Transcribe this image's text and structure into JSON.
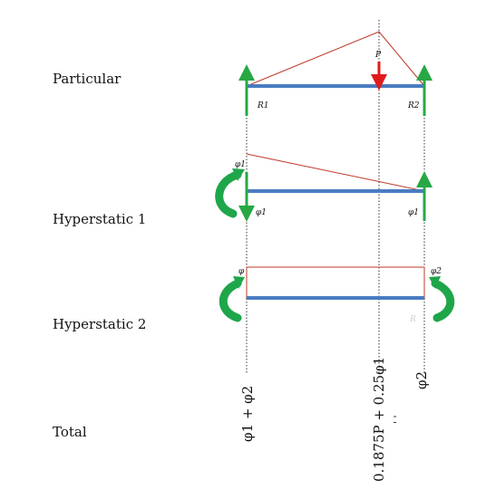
{
  "rows": {
    "particular": "Particular",
    "hyperstatic1": "Hyperstatic 1",
    "hyperstatic2": "Hyperstatic 2",
    "total": "Total"
  },
  "particular": {
    "load_label": "P",
    "reaction_left": "R1",
    "reaction_right": "R2"
  },
  "hyperstatic1": {
    "moment_top": "φ1",
    "left_label": "φ1",
    "right_label": "φ1"
  },
  "hyperstatic2": {
    "left_label": "φ",
    "right_label": "φ2",
    "faded_label": "R"
  },
  "totals": {
    "left": "φ1 + φ2",
    "middle": "0.1875P + 0.25φ1",
    "right": "φ2",
    "marks": "' '"
  },
  "colors": {
    "beam": "#4a7cc1",
    "moment_diagram": "#c0392b",
    "reaction_arrow": "#27a844",
    "load_arrow": "#e01b1b",
    "guide_line": "#333333"
  }
}
